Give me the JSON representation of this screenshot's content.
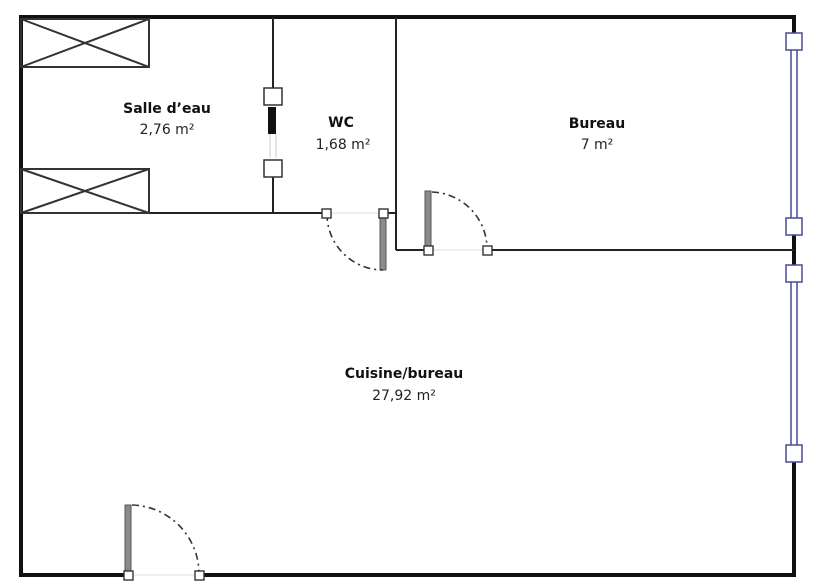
{
  "title": "Floor plan",
  "colors": {
    "wall": "#111111",
    "inner_wall": "#333333",
    "door_leaf": "#8a8a8a",
    "window_frame": "#4a4a9a",
    "background": "#ffffff"
  },
  "rooms": [
    {
      "id": "salle-deau",
      "name": "Salle d’eau",
      "area": "2,76 m²"
    },
    {
      "id": "wc",
      "name": "WC",
      "area": "1,68 m²"
    },
    {
      "id": "bureau",
      "name": "Bureau",
      "area": "7 m²"
    },
    {
      "id": "cuisine-bureau",
      "name": "Cuisine/bureau",
      "area": "27,92 m²"
    }
  ],
  "fixtures": [
    {
      "type": "cabinet-cross",
      "room": "salle-deau"
    },
    {
      "type": "cabinet-cross",
      "room": "salle-deau"
    }
  ],
  "doors": [
    {
      "room": "wc"
    },
    {
      "room": "bureau"
    },
    {
      "room": "cuisine-bureau",
      "note": "entrance"
    }
  ],
  "windows": [
    {
      "room": "salle-deau",
      "type": "internal-window"
    },
    {
      "room": "bureau",
      "type": "window"
    },
    {
      "room": "cuisine-bureau",
      "type": "window"
    }
  ]
}
